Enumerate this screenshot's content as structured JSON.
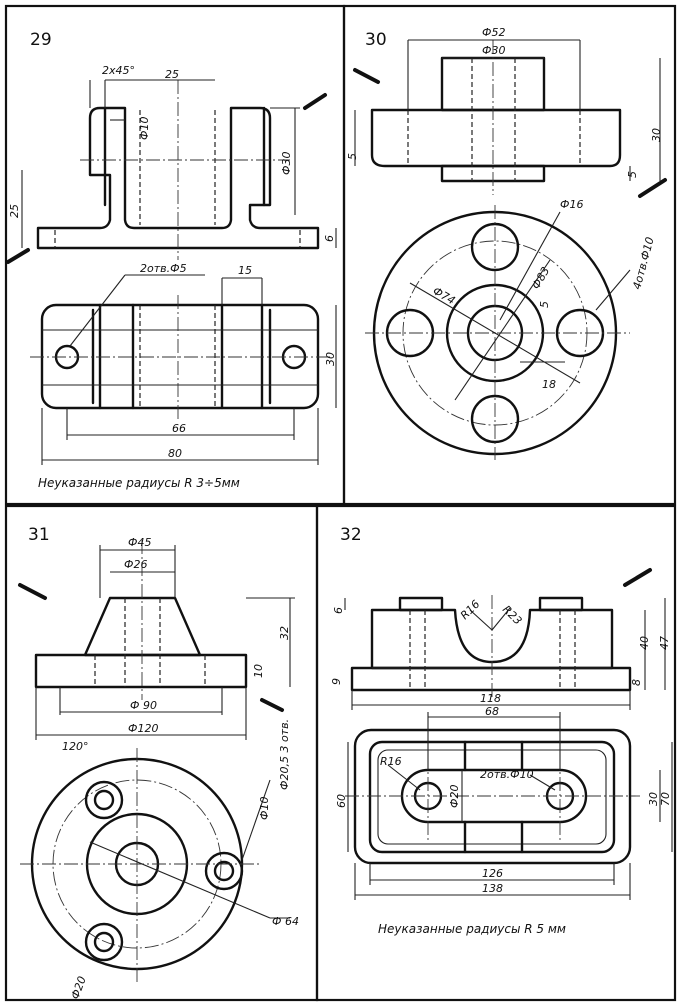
{
  "panels": [
    {
      "number": "29",
      "dims": {
        "chamfer": "2x45°",
        "len25": "25",
        "d10": "Ф10",
        "d30": "Ф30",
        "h25": "25",
        "h6": "6",
        "holes": "2отв.Ф5",
        "w15": "15",
        "h30": "30",
        "l66": "66",
        "l80": "80"
      },
      "note": "Неуказанные радиусы  R 3÷5мм"
    },
    {
      "number": "30",
      "dims": {
        "d52": "Ф52",
        "d30": "Ф30",
        "h30": "30",
        "h5a": "5",
        "h5b": "5",
        "d16": "Ф16",
        "holes": "4отв.Ф10",
        "d74": "Ф74",
        "d83": "Ф83",
        "s5": "5",
        "s18": "18"
      }
    },
    {
      "number": "31",
      "dims": {
        "d45": "Ф45",
        "d26": "Ф26",
        "h32": "32",
        "h10": "10",
        "d90": "Ф 90",
        "d120": "Ф120",
        "angle": "120°",
        "holes": "Ф20,5 3 отв.",
        "d10": "Ф10",
        "d64": "Ф 64",
        "dlow": "Ф20"
      }
    },
    {
      "number": "32",
      "dims": {
        "h6": "6",
        "r16": "R16",
        "r23": "R23",
        "h40": "40",
        "h47": "47",
        "h9": "9",
        "h8": "8",
        "l118": "118",
        "l68": "68",
        "rr16": "R16",
        "holes": "2отв.Ф10",
        "d20": "Ф20",
        "h60": "60",
        "h30": "30",
        "h70": "70",
        "l126": "126",
        "l138": "138"
      },
      "note": "Неуказанные радиусы  R 5 мм"
    }
  ]
}
